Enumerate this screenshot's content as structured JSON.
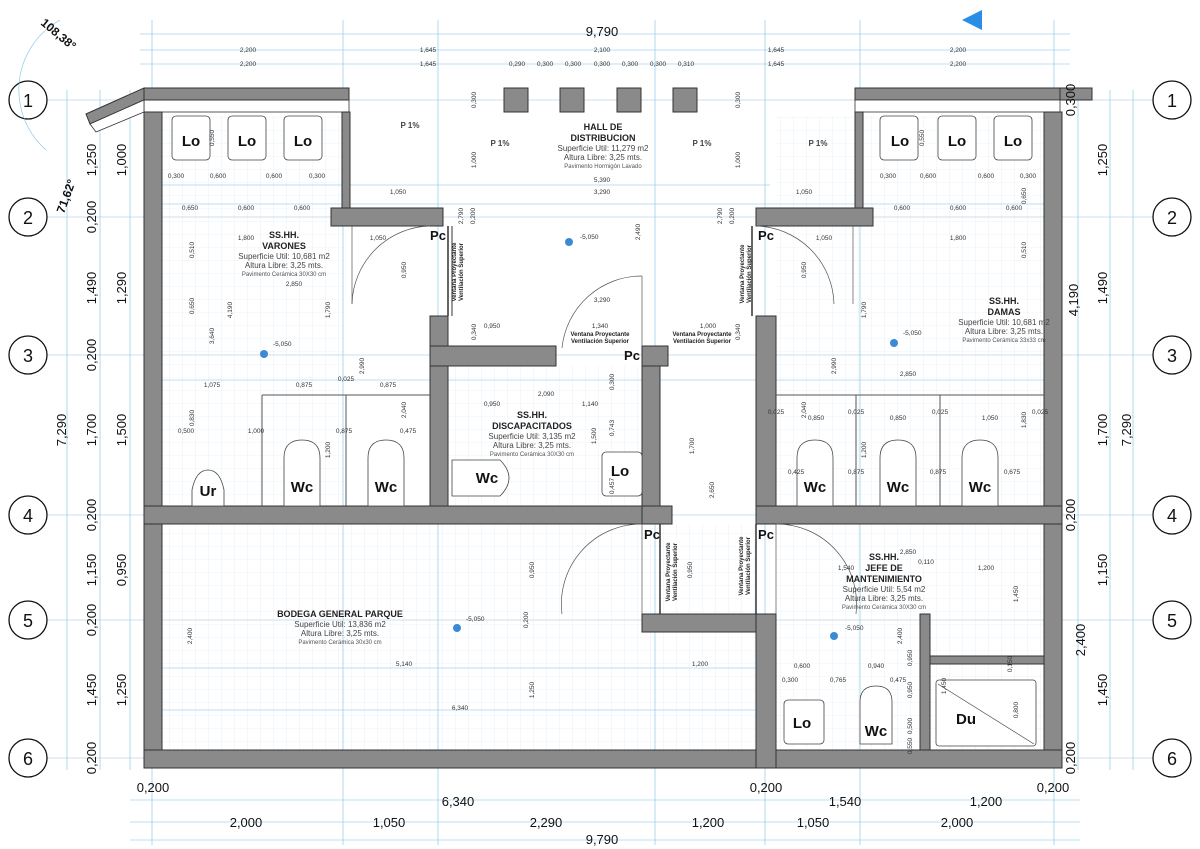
{
  "top_dims": {
    "overall": "9,790",
    "row1": [
      "2,200",
      "1,645",
      "2,100",
      "1,645",
      "2,200"
    ],
    "row2_left": [
      "2,200",
      "1,645"
    ],
    "row2_mid": [
      "0,290",
      "0,300",
      "0,300",
      "0,300",
      "0,300",
      "0,300",
      "0,310"
    ],
    "row2_right": [
      "1,645",
      "2,200"
    ]
  },
  "bottom_dims": {
    "row1": [
      "0,200",
      "6,340",
      "0,200",
      "1,540",
      "1,200",
      "0,200"
    ],
    "row2": [
      "2,000",
      "1,050",
      "2,290",
      "1,200",
      "1,050",
      "2,000"
    ],
    "overall": "9,790"
  },
  "left_dims": {
    "overall": "7,290",
    "outer": [
      "1,250",
      "0,200",
      "1,490",
      "0,200",
      "1,700",
      "0,200",
      "1,150",
      "0,200",
      "1,450",
      "0,200"
    ],
    "inner": [
      "1,000",
      "1,290",
      "1,500",
      "0,950",
      "1,250"
    ]
  },
  "right_dims": {
    "outer": [
      "0,300",
      "1,250",
      "4,190",
      "1,490",
      "7,290",
      "1,700",
      "0,200",
      "1,150",
      "2,400",
      "1,450",
      "0,200"
    ]
  },
  "axes": [
    "1",
    "2",
    "3",
    "4",
    "5",
    "6"
  ],
  "angles": {
    "top": "108,38°",
    "side": "71,62°"
  },
  "rooms": {
    "hall": {
      "title1": "HALL DE",
      "title2": "DISTRIBUCION",
      "area": "Superficie Util: 11,279 m2",
      "height": "Altura Libre: 3,25 mts.",
      "floor": "Pavimento Hormigón Lavado"
    },
    "varones": {
      "title1": "SS.HH.",
      "title2": "VARONES",
      "area": "Superficie Util: 10,681 m2",
      "height": "Altura Libre: 3,25 mts.",
      "floor": "Pavimento Cerámica 30X30 cm"
    },
    "damas": {
      "title1": "SS.HH.",
      "title2": "DAMAS",
      "area": "Superficie Util: 10,681 m2",
      "height": "Altura Libre: 3,25 mts.",
      "floor": "Pavimento Cerámica 33x33 cm"
    },
    "discapacitados": {
      "title1": "SS.HH.",
      "title2": "DISCAPACITADOS",
      "area": "Superficie Util: 3,135 m2",
      "height": "Altura Libre: 3,25 mts.",
      "floor": "Pavimento Cerámica 30X30 cm"
    },
    "bodega": {
      "title1": "BODEGA GENERAL PARQUE",
      "area": "Superficie Util: 13,836 m2",
      "height": "Altura Libre: 3,25 mts.",
      "floor": "Pavimento Cerámica 30x30 cm"
    },
    "jefe": {
      "title1": "SS.HH.",
      "title2": "JEFE DE",
      "title3": "MANTENIMIENTO",
      "area": "Superficie Util: 5,54 m2",
      "height": "Altura Libre: 3,25 mts.",
      "floor": "Pavimento Cerámica 30X30 cm"
    }
  },
  "fixtures": {
    "lo": "Lo",
    "wc": "Wc",
    "ur": "Ur",
    "du": "Du",
    "pc": "Pc"
  },
  "slope": "P 1%",
  "level": "-5,050",
  "window_label1": "Ventana Proyectante",
  "window_label2": "Ventilación Superior",
  "inner_dims": {
    "hall_a": "5,390",
    "hall_b": "3,290",
    "hall_c": "1,050",
    "hall_d": "1,050",
    "hall_e": "3,290",
    "hall_f": "1,340",
    "hall_g": "0,950",
    "hall_h": "1,000",
    "hall_i": "2,490",
    "hall_j": "2,790",
    "hall_k": "0,200",
    "hall_l": "0,300",
    "hall_m": "1,000",
    "hall_n": "0,340",
    "v_a": "0,300",
    "v_b": "0,600",
    "v_c": "0,600",
    "v_d": "0,300",
    "v_e": "0,650",
    "v_f": "0,600",
    "v_g": "1,800",
    "v_h": "1,050",
    "v_i": "2,850",
    "v_j": "0,510",
    "v_k": "0,650",
    "v_l": "3,640",
    "v_m": "4,190",
    "v_n": "0,950",
    "v_o": "1,790",
    "v_p": "2,990",
    "v_q": "1,075",
    "v_r": "0,875",
    "v_s": "0,025",
    "v_t": "0,875",
    "v_u": "0,830",
    "v_v": "0,500",
    "v_w": "1,000",
    "v_x": "0,875",
    "v_y": "0,475",
    "v_z": "2,040",
    "v_aa": "1,200",
    "v_ab": "0,550",
    "d_a": "2,090",
    "d_b": "0,950",
    "d_c": "1,140",
    "d_d": "1,500",
    "d_e": "0,743",
    "d_f": "0,457",
    "d_g": "1,700",
    "d_h": "2,650",
    "m_a": "0,300",
    "m_b": "0,600",
    "m_c": "0,600",
    "m_d": "0,300",
    "m_e": "0,600",
    "m_f": "0,600",
    "m_g": "0,600",
    "m_h": "1,050",
    "m_i": "1,800",
    "m_j": "0,650",
    "m_k": "0,510",
    "m_l": "0,950",
    "m_m": "1,790",
    "m_n": "2,990",
    "m_o": "2,850",
    "m_p": "0,025",
    "m_q": "0,850",
    "m_r": "0,025",
    "m_s": "0,850",
    "m_t": "0,025",
    "m_u": "1,050",
    "m_v": "0,025",
    "m_w": "1,830",
    "m_x": "0,425",
    "m_y": "0,875",
    "m_z": "0,875",
    "m_aa": "0,675",
    "m_ab": "2,040",
    "b_a": "2,400",
    "b_b": "5,140",
    "b_c": "6,340",
    "b_d": "1,200",
    "b_e": "0,950",
    "b_f": "0,200",
    "b_g": "1,250",
    "j_a": "2,850",
    "j_b": "0,110",
    "j_c": "1,200",
    "j_d": "1,540",
    "j_e": "0,950",
    "j_f": "1,450",
    "j_g": "2,400",
    "j_h": "0,600",
    "j_i": "0,940",
    "j_j": "0,300",
    "j_k": "0,765",
    "j_l": "0,475",
    "j_m": "0,150",
    "j_n": "1,450",
    "j_o": "0,800",
    "j_p": "0,500",
    "j_q": "0,950",
    "j_r": "0,550"
  }
}
